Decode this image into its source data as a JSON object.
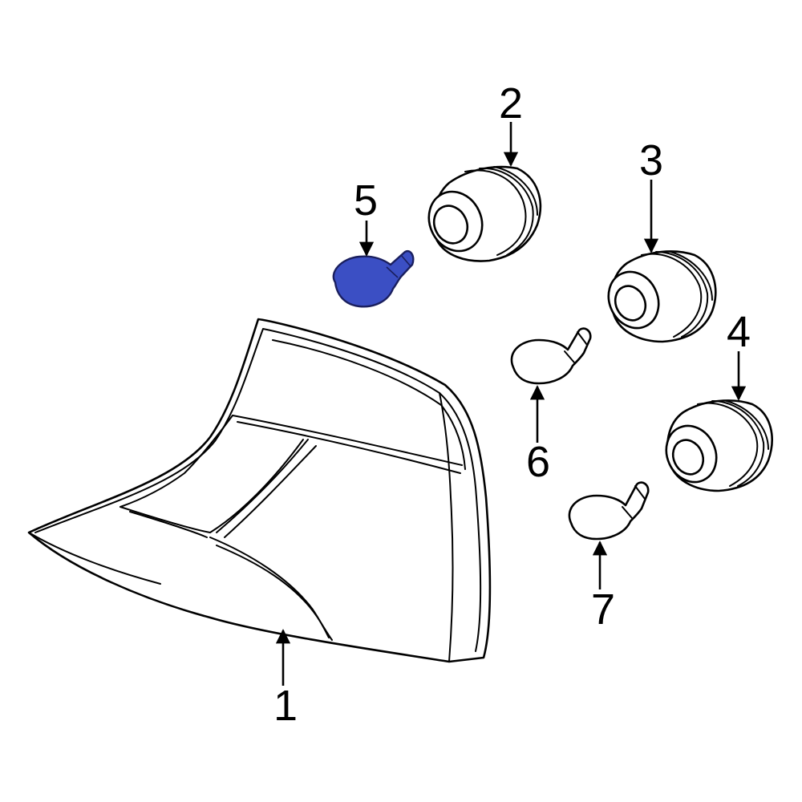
{
  "callouts": {
    "c1": "1",
    "c2": "2",
    "c3": "3",
    "c4": "4",
    "c5": "5",
    "c6": "6",
    "c7": "7"
  },
  "colors": {
    "highlight": "#3b4fc4",
    "highlight_stroke": "#1a1f5e",
    "line": "#000000",
    "background": "#ffffff"
  }
}
